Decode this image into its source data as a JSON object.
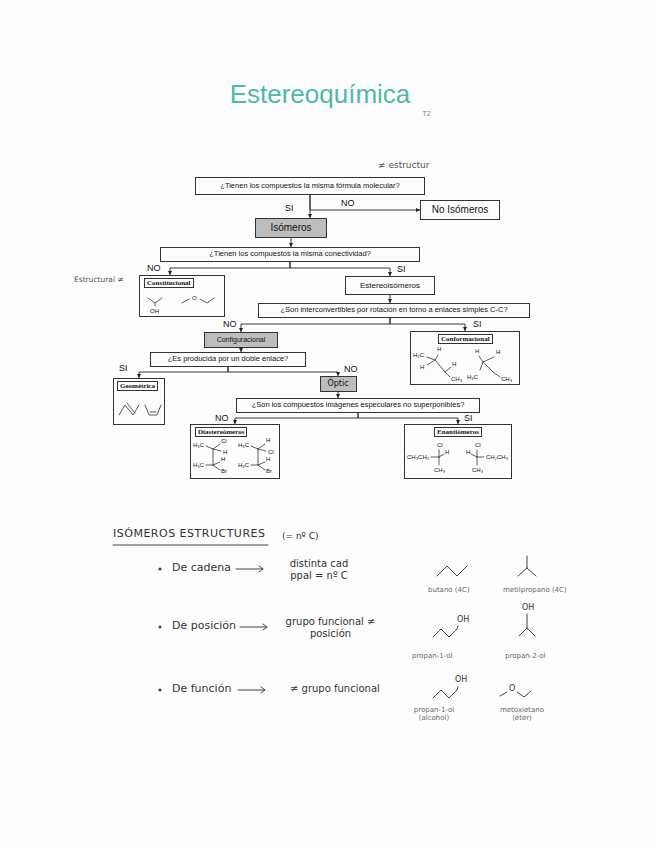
{
  "diagram": {
    "title": "Estereoquímica",
    "nodes": [
      {
        "text": [
          "¿Tienen los compuestos la misma fórmula molecular?"
        ]
      },
      {
        "text": [
          "Isómeros"
        ]
      },
      {
        "text": [
          "No Isómeros"
        ]
      },
      {
        "text": [
          "¿Tienen los compuestos la misma conectividad?"
        ]
      },
      {
        "text": [
          "Constitucional",
          "OH",
          "O"
        ]
      },
      {
        "text": [
          "Estereoisómeros"
        ]
      },
      {
        "text": [
          "¿Son interconvertibles por rotación en torno a enlaces simples C-C?"
        ]
      },
      {
        "text": [
          "Configuracional"
        ]
      },
      {
        "text": [
          "Conformacional",
          "H₃C",
          "H",
          "H",
          "H",
          "CH₃",
          "H",
          "H",
          "H₃C",
          "CH₃"
        ]
      },
      {
        "text": [
          "¿Es producida por un doble enlace?"
        ]
      },
      {
        "text": [
          "Geométrica"
        ]
      },
      {
        "text": [
          "Óptic"
        ]
      },
      {
        "text": [
          "¿Son los compuestos imágenes especulares no superponibles?"
        ]
      },
      {
        "text": [
          "Diastereómeros",
          "H₃C",
          "Cl",
          "H",
          "H₃C",
          "H",
          "Br",
          "H₃C",
          "H",
          "Cl",
          "H₃C",
          "H",
          "Br"
        ]
      },
      {
        "text": [
          "Enantiómeros",
          "Cl",
          "CH₃CH₂",
          "H",
          "CH₃",
          "Cl",
          "H",
          "CH₂CH₃",
          "CH₃"
        ]
      }
    ],
    "edges": [
      {
        "from": 0,
        "to": 1,
        "arrow": "to",
        "label": "SI"
      },
      {
        "from": 0,
        "to": 2,
        "arrow": "to",
        "label": "NO"
      },
      {
        "from": 1,
        "to": 3,
        "arrow": "to"
      },
      {
        "from": 3,
        "to": 4,
        "arrow": "to",
        "label": "NO"
      },
      {
        "from": 3,
        "to": 5,
        "arrow": "to",
        "label": "SI"
      },
      {
        "from": 5,
        "to": 6,
        "arrow": "to"
      },
      {
        "from": 6,
        "to": 7,
        "arrow": "to",
        "label": "NO"
      },
      {
        "from": 6,
        "to": 8,
        "arrow": "to",
        "label": "SI"
      },
      {
        "from": 7,
        "to": 9,
        "arrow": "to"
      },
      {
        "from": 9,
        "to": 10,
        "arrow": "to",
        "label": "SI"
      },
      {
        "from": 9,
        "to": 11,
        "arrow": "to",
        "label": "NO"
      },
      {
        "from": 11,
        "to": 12,
        "arrow": "to"
      },
      {
        "from": 12,
        "to": 13,
        "arrow": "to",
        "label": "NO"
      },
      {
        "from": 12,
        "to": 14,
        "arrow": "to",
        "label": "SI"
      }
    ],
    "labels": [
      "T2",
      "≠ estructur",
      "Estructural ≠",
      "ISÓMEROS ESTRUCTURES",
      "(= nº C)",
      "De cadena",
      "distinta cad ppal = nº C",
      "butano (4C)",
      "metilpropano (4C)",
      "De posición",
      "grupo funcional ≠ posición",
      "OH",
      "propan-1-ol",
      "OH",
      "propan-2-ol",
      "De función",
      "≠ grupo funcional",
      "OH",
      "propan-1-ol (alcohol)",
      "O",
      "metoxietano (éter)"
    ]
  }
}
